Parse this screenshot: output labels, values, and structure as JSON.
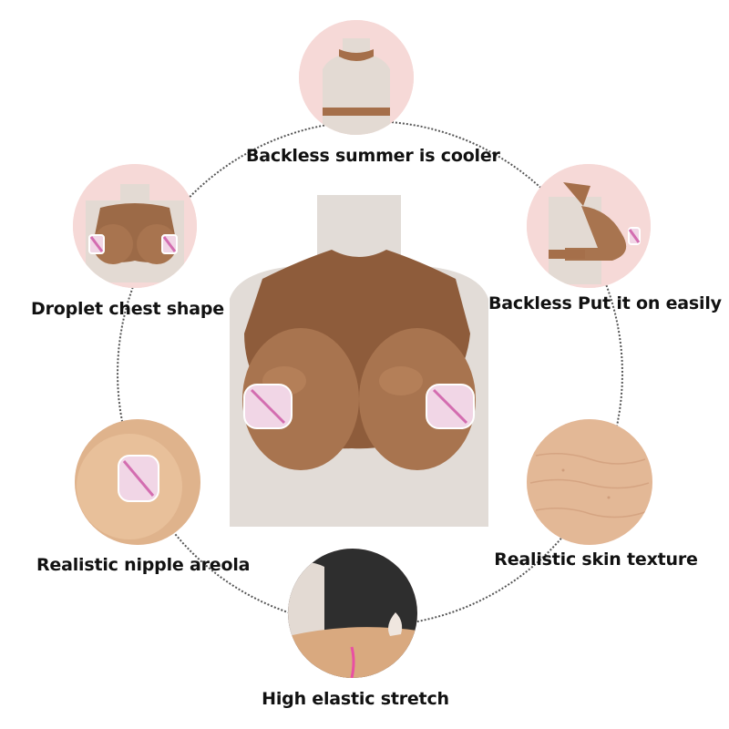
{
  "features": {
    "top": "Backless summer is cooler",
    "left_upper": "Droplet chest shape",
    "right_upper": "Backless Put it on easily",
    "left_lower": "Realistic nipple areola",
    "right_lower": "Realistic skin texture",
    "bottom": "High elastic stretch"
  },
  "colors": {
    "bubble_bg": "#f6d9d7",
    "skin": "#a8714c",
    "mannequin": "#e2dcd7",
    "ring": "#555555"
  }
}
